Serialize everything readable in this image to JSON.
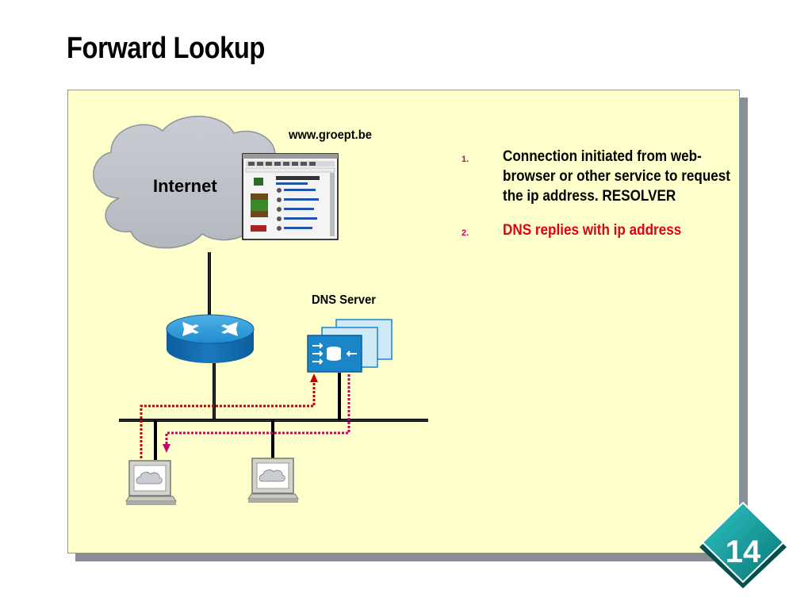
{
  "slide": {
    "title": "Forward Lookup",
    "page_number": "14"
  },
  "diagram": {
    "cloud_label": "Internet",
    "website_label": "www.groept.be",
    "server_label": "DNS Server"
  },
  "steps": [
    {
      "number": "1.",
      "text": "Connection initiated from web-browser or other service to request the ip address. RESOLVER",
      "color": "#000000"
    },
    {
      "number": "2.",
      "text": "DNS replies with ip address",
      "color": "#e0001a"
    }
  ],
  "colors": {
    "panel_bg": "#ffffcc",
    "arrow_request": "#cc0000",
    "arrow_reply": "#cc0066",
    "router": "#1a86c8",
    "badge": "#0e8a8a"
  }
}
